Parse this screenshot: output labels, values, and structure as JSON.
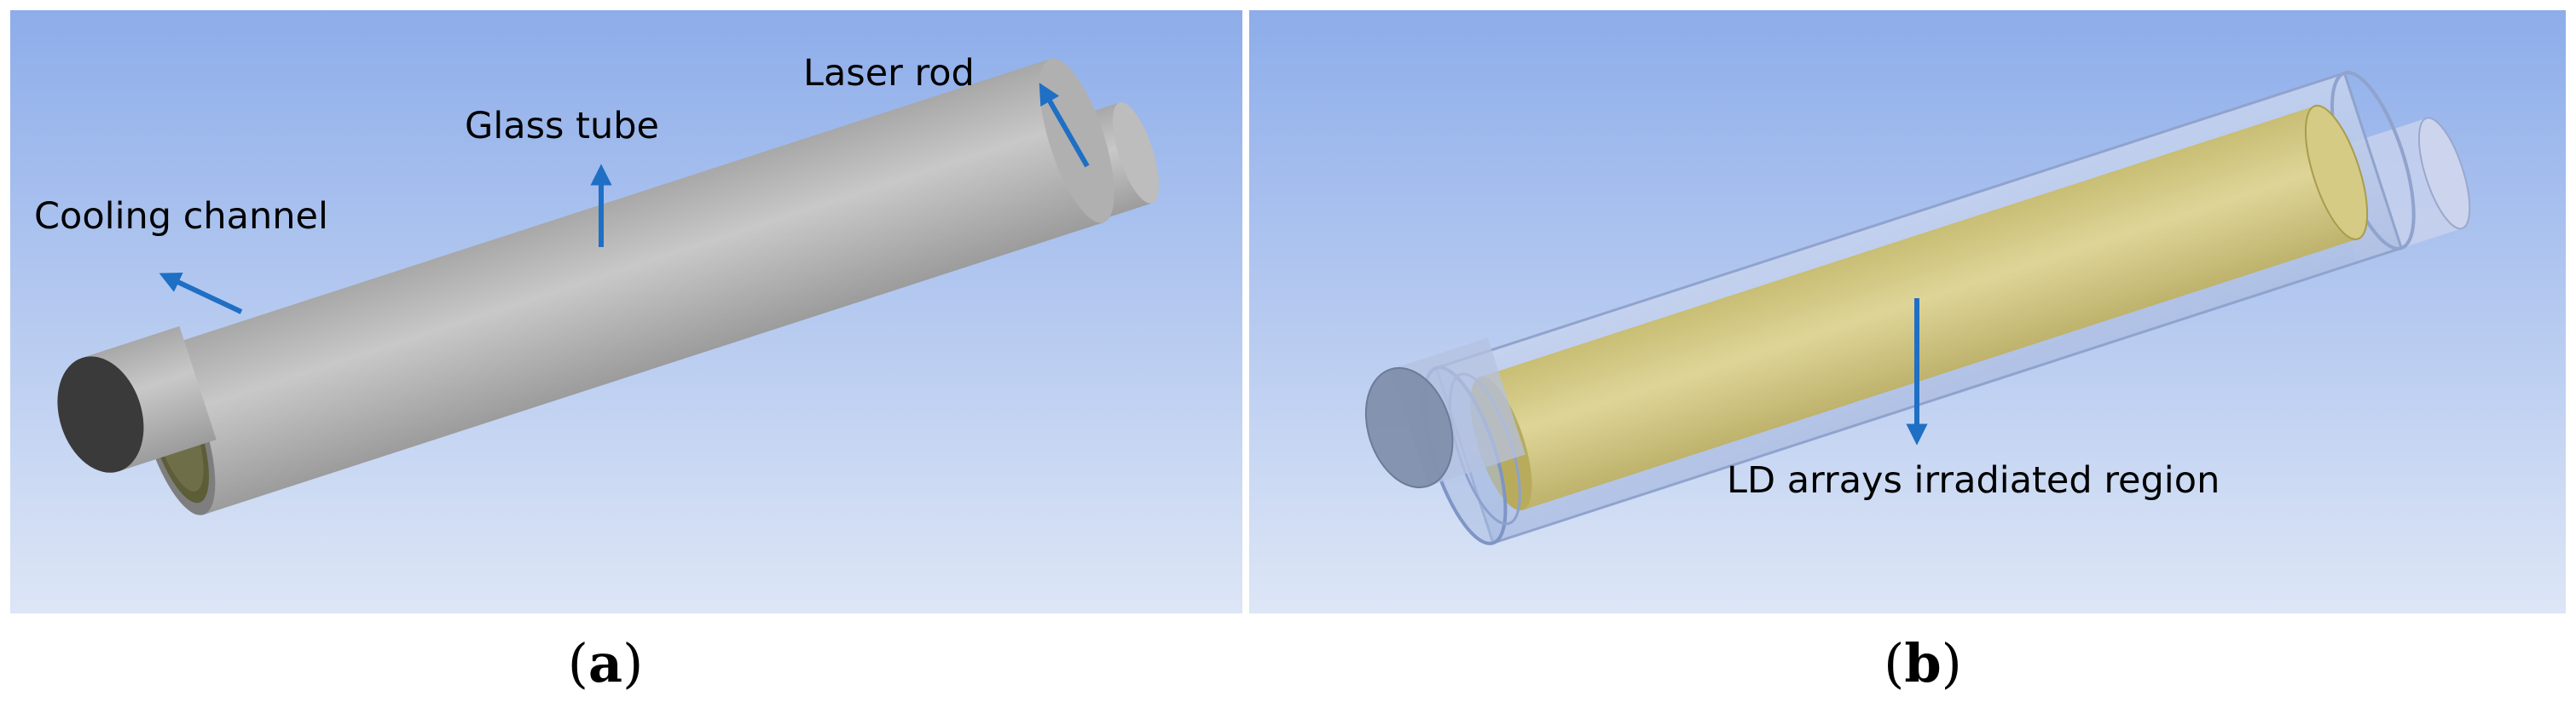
{
  "panels": {
    "a": {
      "caption_open": "(",
      "caption_letter": "a",
      "caption_close": ")",
      "labels": {
        "laser_rod": "Laser rod",
        "glass_tube": "Glass tube",
        "cooling_channel": "Cooling channel"
      }
    },
    "b": {
      "caption_open": "(",
      "caption_letter": "b",
      "caption_close": ")",
      "labels": {
        "ld_region": "LD arrays irradiated region"
      }
    }
  },
  "colors": {
    "background_top": "#8dadea",
    "background_bottom": "#dde6f6",
    "arrow": "#1f6fc4",
    "glass_tube": "#b3b3b3",
    "laser_rod_face": "#3a3a3a",
    "irradiated_region": "#d8cc80"
  }
}
